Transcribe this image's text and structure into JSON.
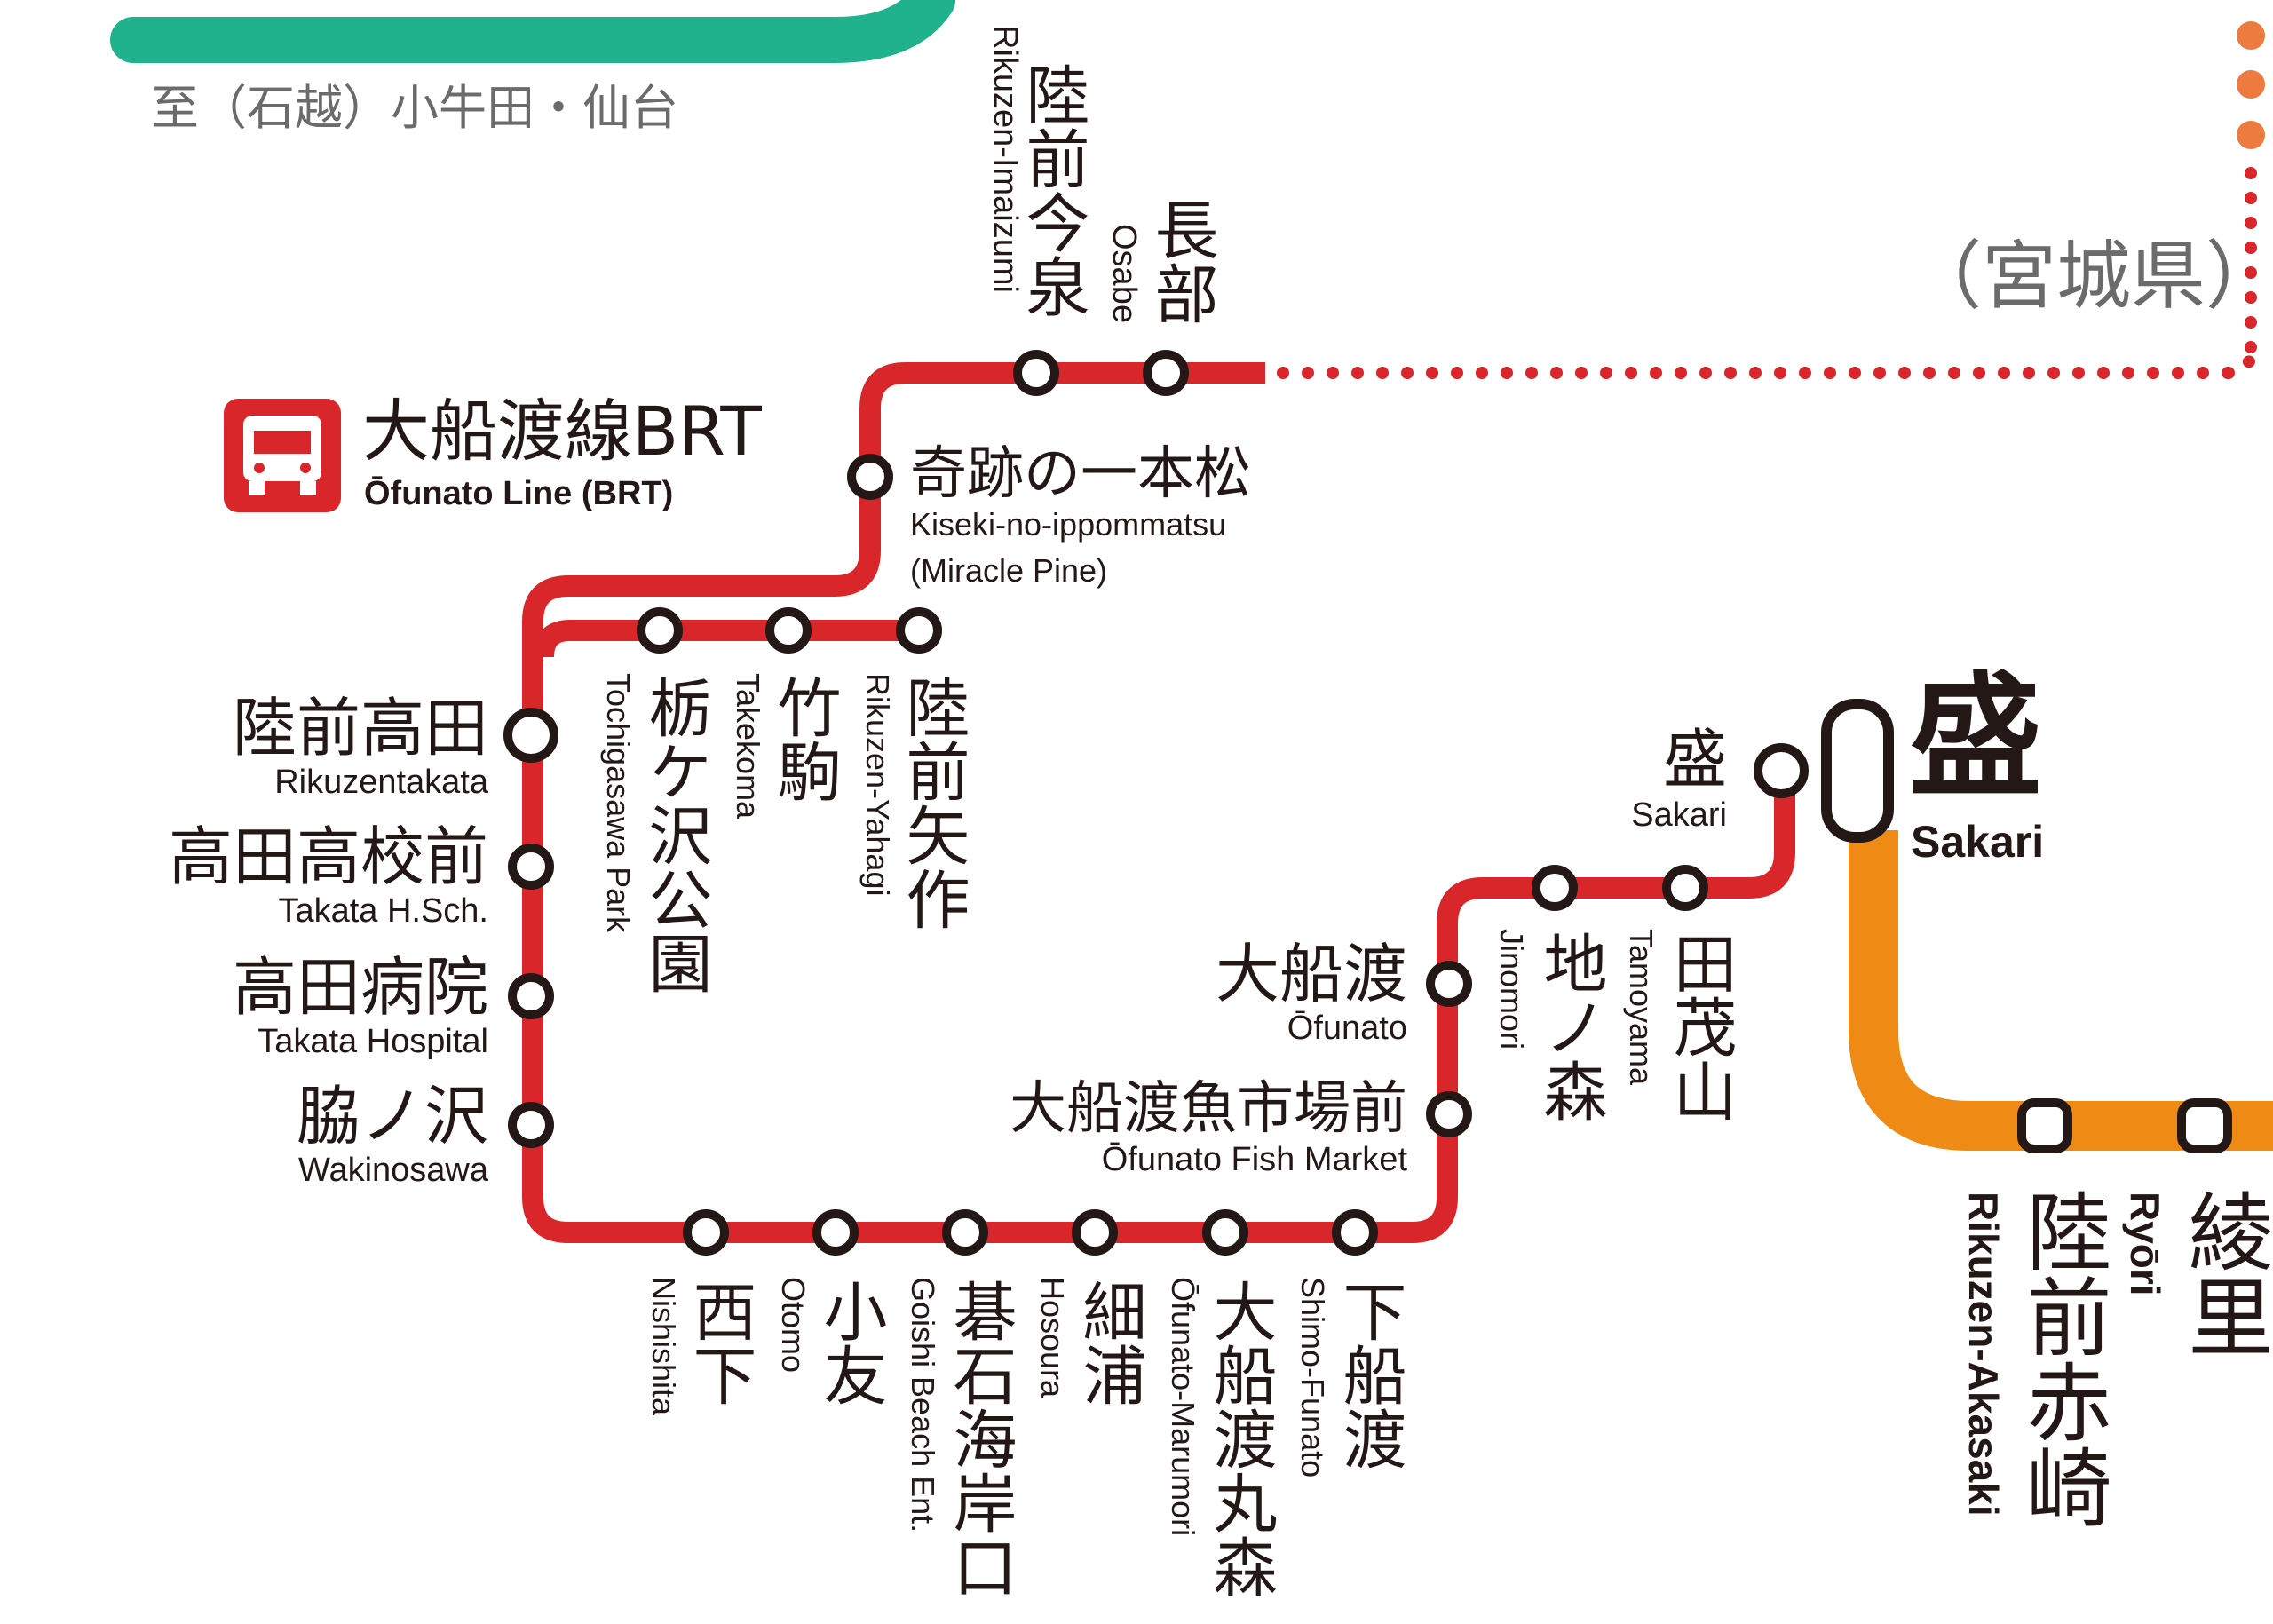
{
  "colors": {
    "brt_line": "#d9262b",
    "green_line": "#1fb28d",
    "orange_line": "#ef8a14",
    "dotted_orange": "#ed7a3e",
    "station_stroke": "#231815",
    "text": "#231815",
    "grey_text": "#6b6b6b"
  },
  "icons": {
    "bus": "bus-icon"
  },
  "destination_note": "至（石越）小牛田・仙台",
  "prefecture": "（宮城県）",
  "line": {
    "ja": "大船渡線BRT",
    "en": "Ōfunato Line (BRT)"
  },
  "terminal": {
    "ja": "盛",
    "en": "Sakari"
  },
  "stations": {
    "imaizumi": {
      "ja": "陸前今泉",
      "en": "Rikuzen-Imaizumi"
    },
    "osabe": {
      "ja": "長部",
      "en": "Osabe"
    },
    "kiseki": {
      "ja": "奇跡の一本松",
      "en": "Kiseki-no-ippommatsu",
      "en2": "(Miracle Pine)"
    },
    "tochigasawa": {
      "ja": "栃ケ沢公園",
      "en": "Tochigasawa Park"
    },
    "takekoma": {
      "ja": "竹駒",
      "en": "Takekoma"
    },
    "yahagi": {
      "ja": "陸前矢作",
      "en": "Rikuzen-Yahagi"
    },
    "takata": {
      "ja": "陸前高田",
      "en": "Rikuzentakata"
    },
    "highschool": {
      "ja": "高田高校前",
      "en": "Takata H.Sch."
    },
    "hospital": {
      "ja": "高田病院",
      "en": "Takata Hospital"
    },
    "wakinosawa": {
      "ja": "脇ノ沢",
      "en": "Wakinosawa"
    },
    "nishishita": {
      "ja": "西下",
      "en": "Nishishita"
    },
    "otomo": {
      "ja": "小友",
      "en": "Otomo"
    },
    "goishi": {
      "ja": "碁石海岸口",
      "en": "Goishi Beach Ent."
    },
    "hosoura": {
      "ja": "細浦",
      "en": "Hosoura"
    },
    "marumori": {
      "ja": "大船渡丸森",
      "en": "Ōfunato-Marumori"
    },
    "shimofunato": {
      "ja": "下船渡",
      "en": "Shimo-Funato"
    },
    "ofunato": {
      "ja": "大船渡",
      "en": "Ōfunato"
    },
    "fishmarket": {
      "ja": "大船渡魚市場前",
      "en": "Ōfunato Fish Market"
    },
    "jinomori": {
      "ja": "地ノ森",
      "en": "Jinomori"
    },
    "tamoyama": {
      "ja": "田茂山",
      "en": "Tamoyama"
    },
    "sakari_brt": {
      "ja": "盛",
      "en": "Sakari"
    },
    "akasaki": {
      "ja": "陸前赤崎",
      "en": "Rikuzen-Akasaki"
    },
    "ryori": {
      "ja": "綾里",
      "en": "Ryōri"
    }
  }
}
